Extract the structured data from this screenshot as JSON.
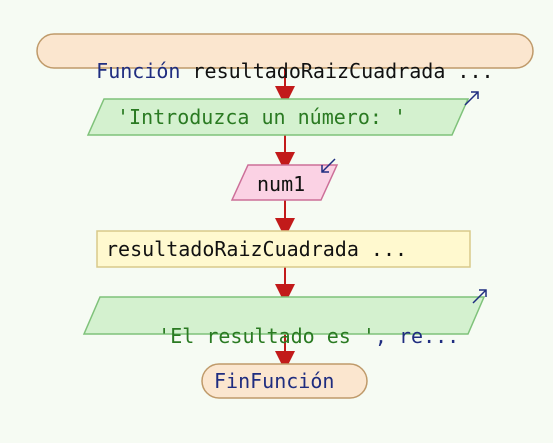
{
  "nodes": {
    "start": {
      "kind": "terminal",
      "keyword": "Función",
      "text": "resultadoRaizCuadrada ..."
    },
    "input_prompt": {
      "kind": "output",
      "text": "'Introduzca un número: '"
    },
    "read_num": {
      "kind": "input",
      "text": "num1"
    },
    "assign": {
      "kind": "process",
      "text": "resultadoRaizCuadrada ..."
    },
    "output_result": {
      "kind": "output",
      "string_part": "'El resultado es '",
      "rest": ", re..."
    },
    "end": {
      "kind": "terminal",
      "text": "FinFunción"
    }
  },
  "colors": {
    "terminal_fill": "#fbe6cf",
    "terminal_stroke": "#bf9a6a",
    "output_fill": "#d4f1cf",
    "output_stroke": "#7fc27a",
    "input_fill": "#fbd2e4",
    "input_stroke": "#cc6f98",
    "process_fill": "#fff9cf",
    "process_stroke": "#d8c98a",
    "connector": "#c21a1a",
    "io_arrow": "#1f2d80"
  }
}
